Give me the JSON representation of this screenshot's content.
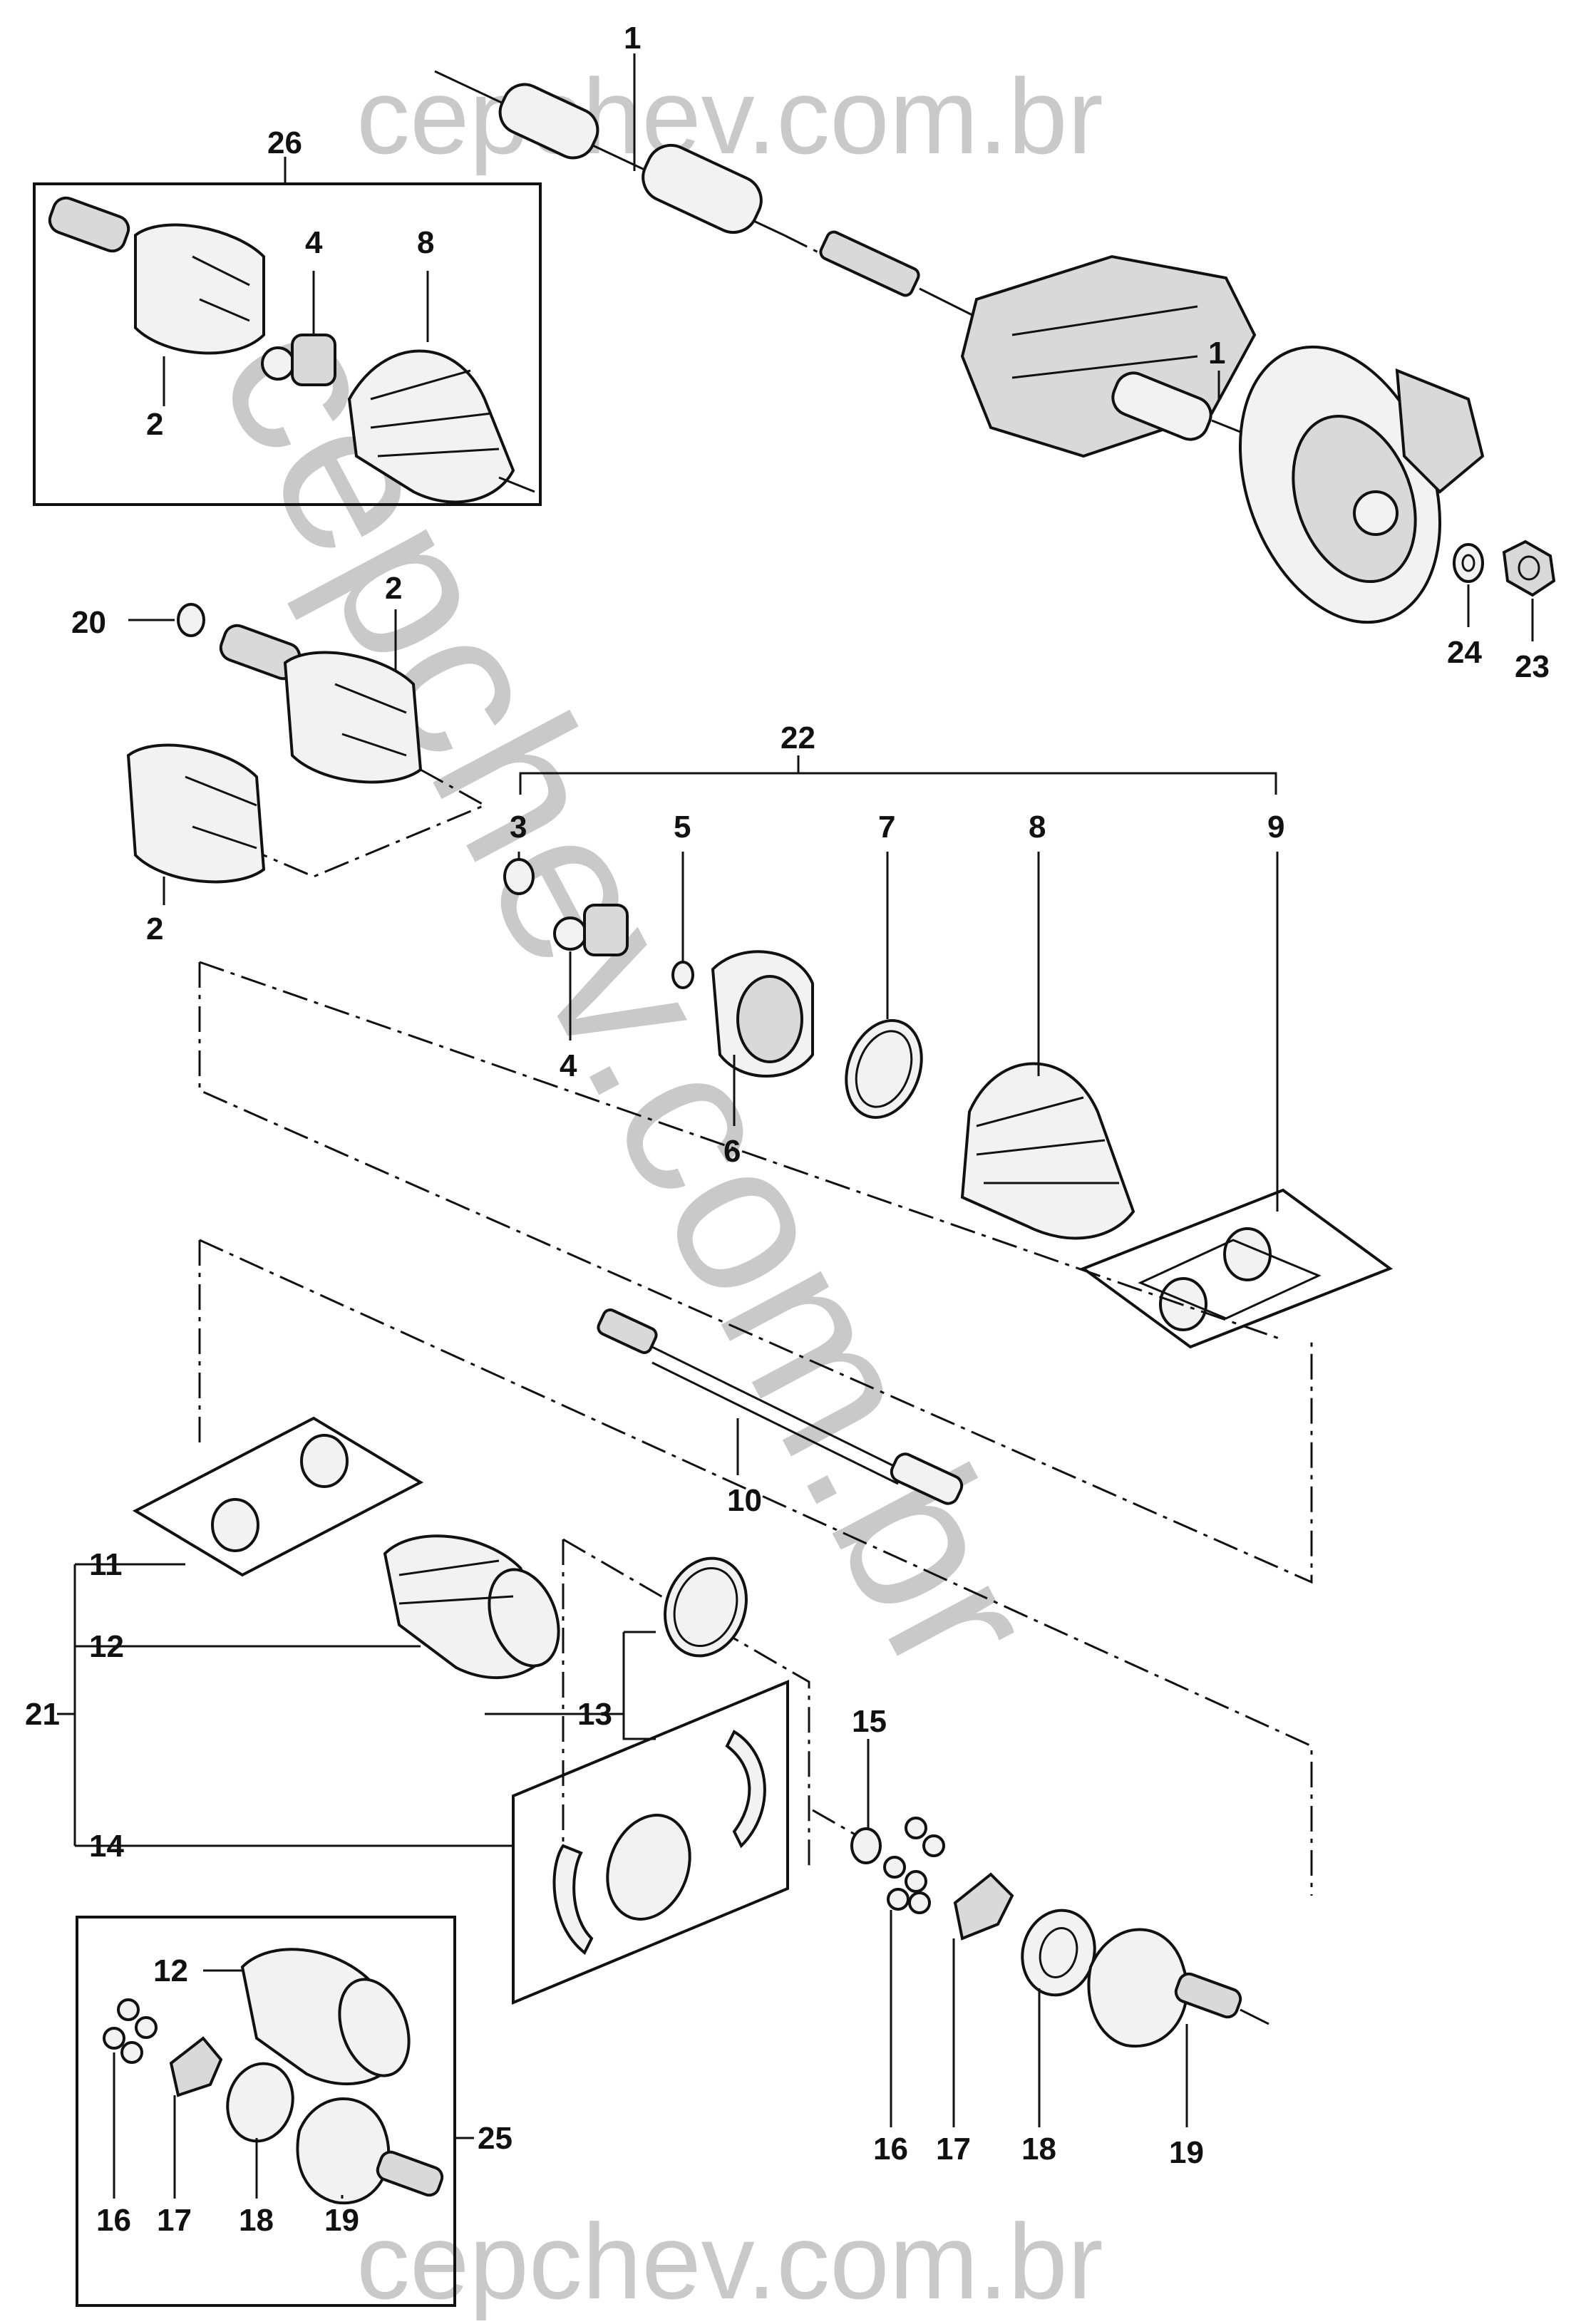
{
  "watermark": {
    "top": "cepchev.com.br",
    "diagonal": "cepchev.com.br",
    "bottom": "cepchev.com.br"
  },
  "callouts": {
    "c1_top": "1",
    "c1_side": "1",
    "c2_top": "2",
    "c2_mid": "2",
    "c2_low": "2",
    "c3": "3",
    "c4_top": "4",
    "c4_mid": "4",
    "c5": "5",
    "c6": "6",
    "c7": "7",
    "c8_top": "8",
    "c8_mid": "8",
    "c9": "9",
    "c10": "10",
    "c11": "11",
    "c12_mid": "12",
    "c12_box": "12",
    "c13": "13",
    "c14": "14",
    "c15": "15",
    "c16_mid": "16",
    "c16_box": "16",
    "c17_mid": "17",
    "c17_box": "17",
    "c18_mid": "18",
    "c18_box": "18",
    "c19_mid": "19",
    "c19_box": "19",
    "c20": "20",
    "c21": "21",
    "c22": "22",
    "c23": "23",
    "c24": "24",
    "c25": "25",
    "c26": "26"
  }
}
